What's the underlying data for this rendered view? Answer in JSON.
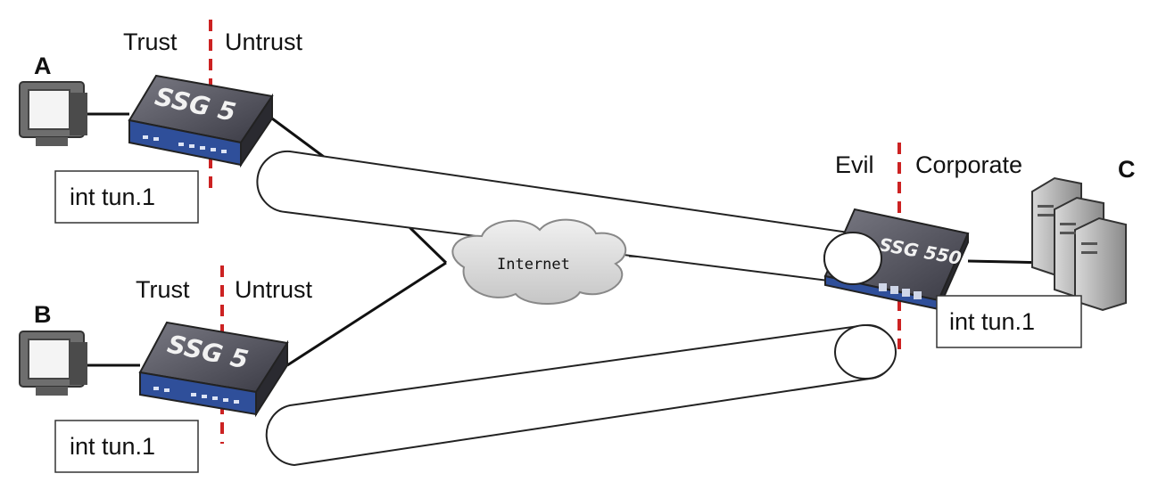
{
  "nodes": {
    "a": "A",
    "b": "B",
    "c": "C"
  },
  "zones": {
    "top_left": "Trust",
    "top_right": "Untrust",
    "mid_left": "Trust",
    "mid_right": "Untrust",
    "hub_left": "Evil",
    "hub_right": "Corporate"
  },
  "devices": {
    "ssg_a": "SSG 5",
    "ssg_b": "SSG 5",
    "hub": "SSG 550"
  },
  "cloud": "Internet",
  "interfaces": {
    "a": "int tun.1",
    "b": "int tun.1",
    "hub": "int tun.1"
  },
  "colors": {
    "boundary": "#cc2222",
    "device": "#4a4a55",
    "panel": "#2f4f9a"
  }
}
